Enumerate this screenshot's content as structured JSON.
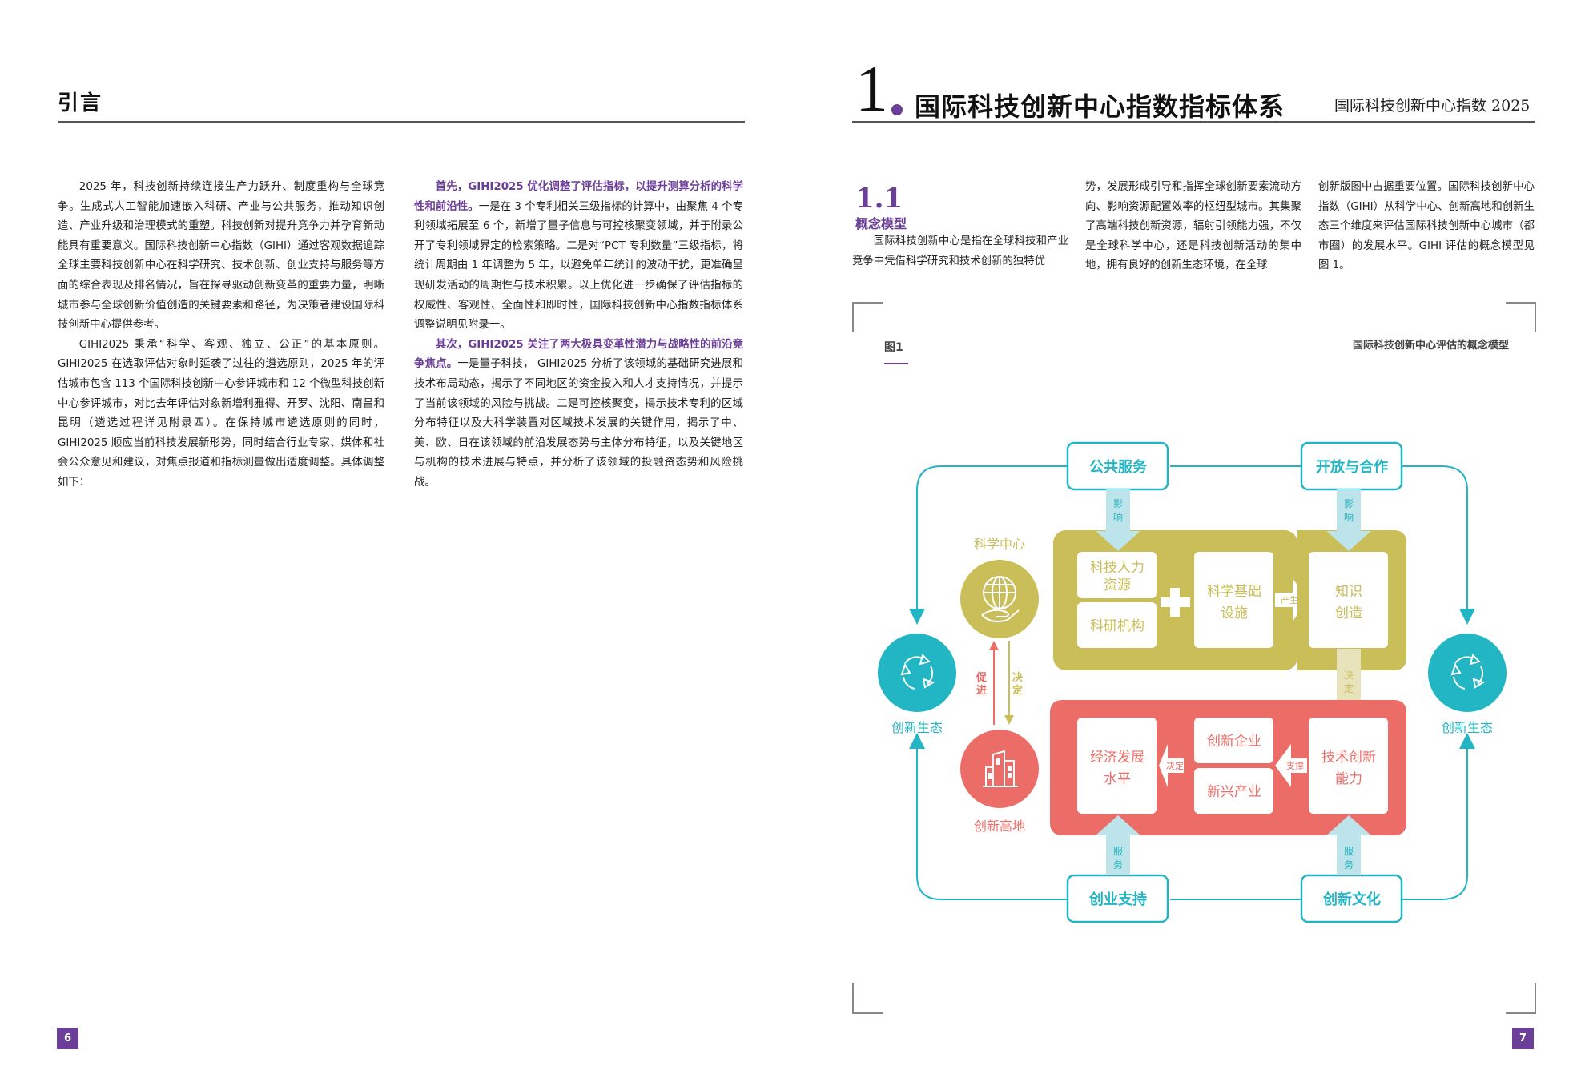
{
  "left_page": {
    "header": "引言",
    "page_number": "6",
    "column1": {
      "p1": "2025 年，科技创新持续连接生产力跃升、制度重构与全球竞争。生成式人工智能加速嵌入科研、产业与公共服务，推动知识创造、产业升级和治理模式的重塑。科技创新对提升竞争力并孕育新动能具有重要意义。国际科技创新中心指数（GIHI）通过客观数据追踪全球主要科技创新中心在科学研究、技术创新、创业支持与服务等方面的综合表现及排名情况，旨在探寻驱动创新变革的重要力量，明晰城市参与全球创新价值创造的关键要素和路径，为决策者建设国际科技创新中心提供参考。",
      "p2": "GIHI2025 秉承“科学、客观、独立、公正”的基本原则。GIHI2025 在选取评估对象时延袭了过往的遴选原则，2025 年的评估城市包含 113 个国际科技创新中心参评城市和 12 个微型科技创新中心参评城市，对比去年评估对象新增利雅得、开罗、沈阳、南昌和昆明（遴选过程详见附录四）。在保持城市遴选原则的同时，GIHI2025 顺应当前科技发展新形势，同时结合行业专家、媒体和社会公众意见和建议，对焦点报道和指标测量做出适度调整。具体调整如下："
    },
    "column2": {
      "p1_highlight": "首先，GIHI2025 优化调整了评估指标，以提升测算分析的科学性和前沿性。",
      "p1_text": "一是在 3 个专利相关三级指标的计算中，由聚焦 4 个专利领域拓展至 6 个，新增了量子信息与可控核聚变领域，并于附录公开了专利领域界定的检索策略。二是对“PCT 专利数量”三级指标，将统计周期由 1 年调整为 5 年，以避免单年统计的波动干扰，更准确呈现研发活动的周期性与技术积累。以上优化进一步确保了评估指标的权威性、客观性、全面性和即时性，国际科技创新中心指数指标体系调整说明见附录一。",
      "p2_highlight": "其次，GIHI2025 关注了两大极具变革性潜力与战略性的前沿竞争焦点。",
      "p2_text": "一是量子科技， GIHI2025 分析了该领域的基础研究进展和技术布局动态，揭示了不同地区的资金投入和人才支持情况，并提示了当前该领域的风险与挑战。二是可控核聚变，揭示技术专利的区域分布特征以及大科学装置对区域技术发展的关键作用，揭示了中、美、欧、日在该领域的前沿发展态势与主体分布特征，以及关键地区与机构的技术进展与特点，并分析了该领域的投融资态势和风险挑战。"
    }
  },
  "right_page": {
    "chapter_number": "1",
    "chapter_title": "国际科技创新中心指数指标体系",
    "running_header": "国际科技创新中心指数 2025",
    "page_number": "7",
    "section_number": "1.1",
    "section_title": "概念模型",
    "col1": "国际科技创新中心是指在全球科技和产业竞争中凭借科学研究和技术创新的独特优",
    "col2": "势，发展形成引导和指挥全球创新要素流动方向、影响资源配置效率的枢纽型城市。其集聚了高端科技创新资源，辐射引领能力强，不仅是全球科学中心，还是科技创新活动的集中地，拥有良好的创新生态环境，在全球",
    "col3": "创新版图中占据重要位置。国际科技创新中心指数（GIHI）从科学中心、创新高地和创新生态三个维度来评估国际科技创新中心城市（都市圈）的发展水平。GIHI 评估的概念模型见图 1。",
    "figure": {
      "label": "图1",
      "title": "国际科技创新中心评估的概念模型",
      "colors": {
        "teal": "#22b5c4",
        "light_teal": "#bde4ea",
        "olive": "#c9be57",
        "light_olive": "#e9e3bc",
        "coral": "#ec6d67",
        "purple": "#6b3f97"
      },
      "outer_boxes": {
        "top_left": "公共服务",
        "top_right": "开放与合作",
        "bottom_left": "创业支持",
        "bottom_right": "创新文化"
      },
      "arrow_labels": {
        "influence": "影响",
        "service": "服务",
        "produce": "产生",
        "determine": "决定",
        "support": "支撑",
        "promote": "促进"
      },
      "science_center": {
        "label": "科学中心",
        "icon": "globe-hand-icon",
        "boxes": [
          "科技人力资源",
          "科研机构",
          "科学基础设施",
          "知识创造"
        ],
        "box_lines": {
          "hr1": "科技人力",
          "hr2": "资源",
          "inst": "科研机构",
          "infra1": "科学基础",
          "infra2": "设施",
          "know1": "知识",
          "know2": "创造"
        }
      },
      "innovation_highland": {
        "label": "创新高地",
        "icon": "city-buildings-icon",
        "box_lines": {
          "econ1": "经济发展",
          "econ2": "水平",
          "ent": "创新企业",
          "ind": "新兴产业",
          "tech1": "技术创新",
          "tech2": "能力"
        }
      },
      "ecosystem": {
        "label": "创新生态",
        "icon": "cycle-arrows-icon"
      }
    }
  }
}
